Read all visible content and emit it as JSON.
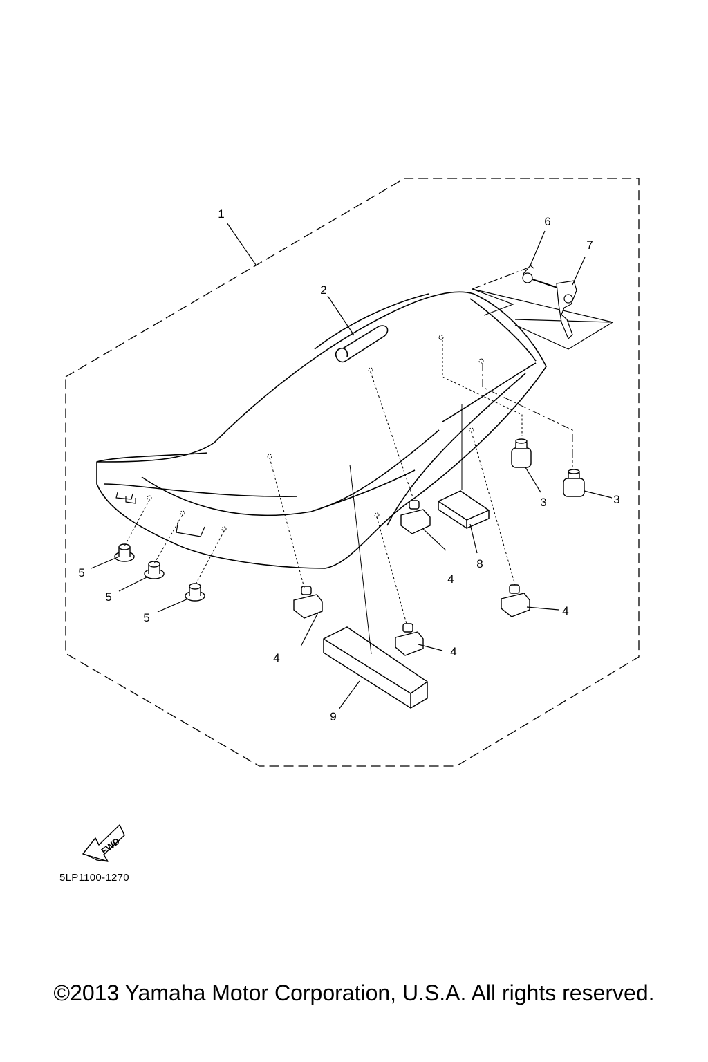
{
  "diagram": {
    "callouts": [
      "1",
      "2",
      "3",
      "3",
      "4",
      "4",
      "4",
      "4",
      "5",
      "5",
      "5",
      "6",
      "7",
      "8",
      "9"
    ],
    "fwd_label": "FWD",
    "drawing_code": "5LP1100-1270",
    "copyright": "©2013 Yamaha Motor Corporation, U.S.A. All rights reserved."
  },
  "colors": {
    "line": "#000000",
    "background": "#ffffff"
  }
}
